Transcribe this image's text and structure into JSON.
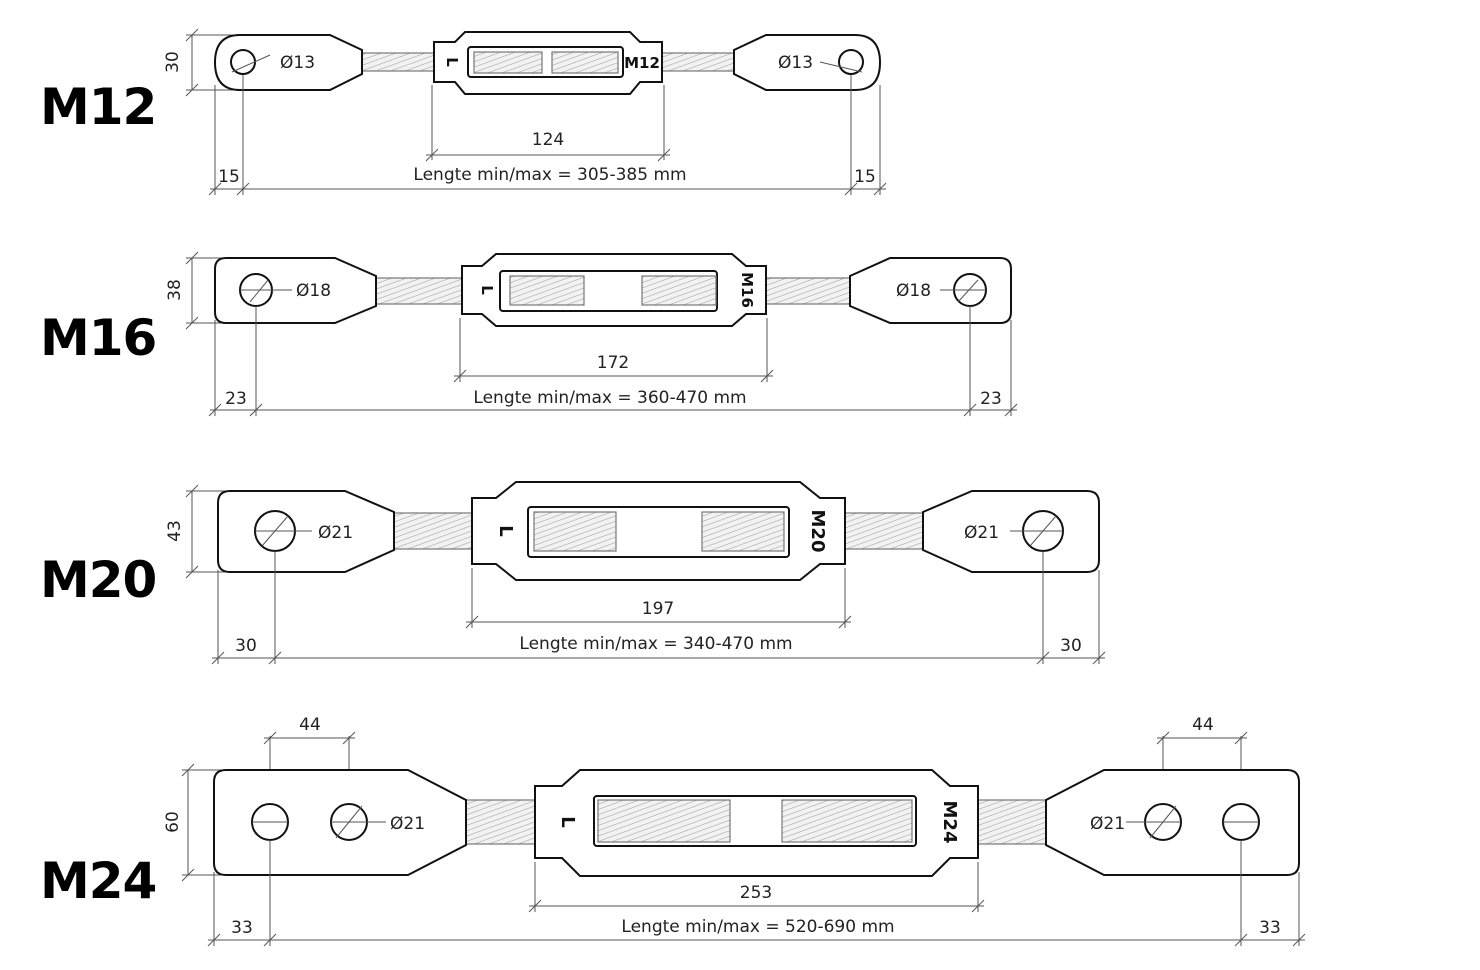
{
  "turnbuckles": [
    {
      "size_label": "M12",
      "body_label": "M12",
      "body_side_label": "L",
      "height_dim": "30",
      "hole_left": "Ø13",
      "hole_right": "Ø13",
      "body_length_dim": "124",
      "end_offset_left": "15",
      "end_offset_right": "15",
      "length_text": "Lengte min/max = 305-385 mm"
    },
    {
      "size_label": "M16",
      "body_label": "M16",
      "body_side_label": "L",
      "height_dim": "38",
      "hole_left": "Ø18",
      "hole_right": "Ø18",
      "body_length_dim": "172",
      "end_offset_left": "23",
      "end_offset_right": "23",
      "length_text": "Lengte min/max = 360-470 mm"
    },
    {
      "size_label": "M20",
      "body_label": "M20",
      "body_side_label": "L",
      "height_dim": "43",
      "hole_left": "Ø21",
      "hole_right": "Ø21",
      "body_length_dim": "197",
      "end_offset_left": "30",
      "end_offset_right": "30",
      "length_text": "Lengte min/max = 340-470 mm"
    },
    {
      "size_label": "M24",
      "body_label": "M24",
      "body_side_label": "L",
      "height_dim": "60",
      "hole_left": "Ø21",
      "hole_right": "Ø21",
      "hole_spacing_left": "44",
      "hole_spacing_right": "44",
      "body_length_dim": "253",
      "end_offset_left": "33",
      "end_offset_right": "33",
      "length_text": "Lengte min/max = 520-690 mm"
    }
  ]
}
